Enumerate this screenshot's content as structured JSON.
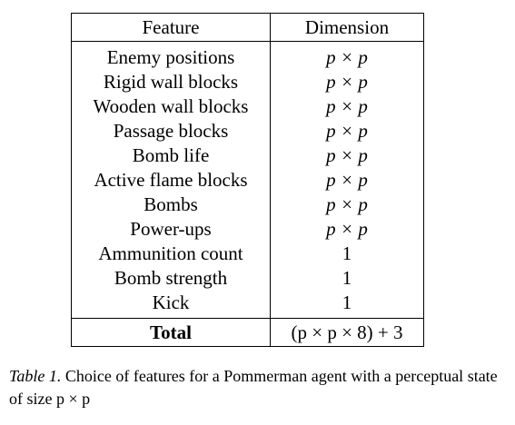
{
  "table": {
    "headers": [
      "Feature",
      "Dimension"
    ],
    "rows": [
      {
        "feature": "Enemy positions",
        "dimension": "p × p"
      },
      {
        "feature": "Rigid wall blocks",
        "dimension": "p × p"
      },
      {
        "feature": "Wooden wall blocks",
        "dimension": "p × p"
      },
      {
        "feature": "Passage blocks",
        "dimension": "p × p"
      },
      {
        "feature": "Bomb life",
        "dimension": "p × p"
      },
      {
        "feature": "Active flame blocks",
        "dimension": "p × p"
      },
      {
        "feature": "Bombs",
        "dimension": "p × p"
      },
      {
        "feature": "Power-ups",
        "dimension": "p × p"
      },
      {
        "feature": "Ammunition count",
        "dimension": "1"
      },
      {
        "feature": "Bomb strength",
        "dimension": "1"
      },
      {
        "feature": "Kick",
        "dimension": "1"
      }
    ],
    "total": {
      "feature": "Total",
      "dimension": "(p × p × 8) + 3"
    }
  },
  "caption": {
    "label": "Table 1.",
    "text": "Choice of features for a Pommerman agent with a perceptual state of size p × p"
  }
}
